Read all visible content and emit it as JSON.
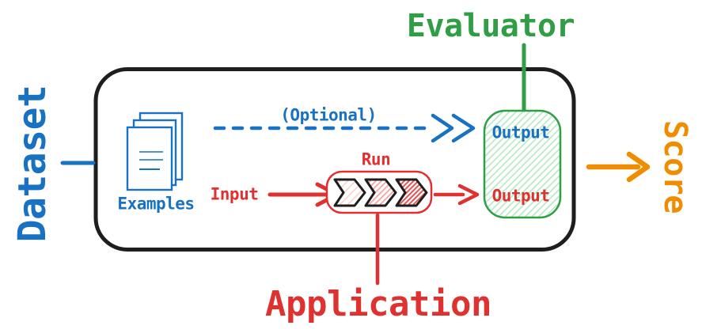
{
  "diagram": {
    "labels": {
      "dataset": "Dataset",
      "evaluator": "Evaluator",
      "score": "Score",
      "application": "Application",
      "examples": "Examples",
      "optional": "(Optional)",
      "input": "Input",
      "run": "Run",
      "evaluator_output": "Output",
      "application_output": "Output"
    },
    "colors": {
      "blue": "#1971c2",
      "red": "#e03131",
      "green": "#2f9e44",
      "orange": "#f08c00",
      "outline_black": "#1e1e1e",
      "green_hatch": "#b7e8c3",
      "red_hatch_light": "#fbcfca",
      "red_hatch_medium": "#f59f9f",
      "red_hatch_dense": "#e24a4a"
    },
    "icons": {
      "examples": "documents-stack-icon",
      "run": "triple-chevron-pipeline-icon"
    }
  }
}
